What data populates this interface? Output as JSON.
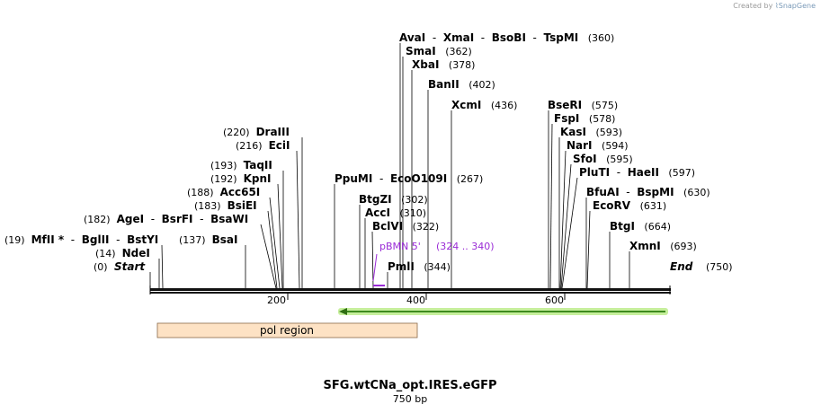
{
  "watermark": {
    "prefix": "Created by",
    "brand": "SnapGene"
  },
  "map": {
    "title": "SFG.wtCNa_opt.IRES.eGFP",
    "length_label": "750 bp",
    "start_label": "Start",
    "start_pos": "(0)",
    "end_label": "End",
    "end_pos": "(750)",
    "ticks": [
      "200",
      "400",
      "600"
    ]
  },
  "sites": [
    {
      "line": 0,
      "label": [
        "AvaI",
        "XmaI",
        "BsoBI",
        "TspMI"
      ],
      "pos": "(360)"
    },
    {
      "line": 1,
      "label": [
        "SmaI"
      ],
      "pos": "(362)"
    },
    {
      "line": 2,
      "label": [
        "XbaI"
      ],
      "pos": "(378)"
    },
    {
      "line": 3,
      "label": [
        "BanII"
      ],
      "pos": "(402)"
    },
    {
      "line": 4,
      "label": [
        "XcmI"
      ],
      "pos": "(436)"
    },
    {
      "line": 5,
      "label": [
        "BseRI"
      ],
      "pos": "(575)"
    },
    {
      "line": 6,
      "label": [
        "FspI"
      ],
      "pos": "(578)"
    },
    {
      "line": 7,
      "label": [
        "KasI"
      ],
      "pos": "(593)"
    },
    {
      "line": 8,
      "label": [
        "NarI"
      ],
      "pos": "(594)"
    },
    {
      "line": 9,
      "label": [
        "SfoI"
      ],
      "pos": "(595)"
    },
    {
      "line": 10,
      "label": [
        "PluTI",
        "HaeII"
      ],
      "pos": "(597)"
    },
    {
      "line": 11,
      "label": [
        "BfuAI",
        "BspMI"
      ],
      "pos": "(630)"
    },
    {
      "line": 12,
      "label": [
        "EcoRV"
      ],
      "pos": "(631)"
    },
    {
      "line": 13,
      "label": [
        "BtgI"
      ],
      "pos": "(664)"
    },
    {
      "line": 14,
      "label": [
        "XmnI"
      ],
      "pos": "(693)"
    },
    {
      "line": 15,
      "label": [
        "DraIII"
      ],
      "pos": "(220)"
    },
    {
      "line": 16,
      "label": [
        "EciI"
      ],
      "pos": "(216)"
    },
    {
      "line": 17,
      "label": [
        "TaqII"
      ],
      "pos": "(193)"
    },
    {
      "line": 18,
      "label": [
        "KpnI"
      ],
      "pos": "(192)"
    },
    {
      "line": 19,
      "label": [
        "Acc65I"
      ],
      "pos": "(188)"
    },
    {
      "line": 20,
      "label": [
        "BsiEI"
      ],
      "pos": "(183)"
    },
    {
      "line": 21,
      "label": [
        "AgeI",
        "BsrFI",
        "BsaWI"
      ],
      "pos": "(182)"
    },
    {
      "line": 22,
      "label": [
        "MfII *",
        "BglII",
        "BstYI"
      ],
      "pos": "(19)"
    },
    {
      "line": 23,
      "label": [
        "BsaI"
      ],
      "pos": "(137)"
    },
    {
      "line": 24,
      "label": [
        "NdeI"
      ],
      "pos": "(14)"
    },
    {
      "line": 25,
      "label": [
        "PpuMI",
        "EcoO109I"
      ],
      "pos": "(267)"
    },
    {
      "line": 26,
      "label": [
        "BtgZI"
      ],
      "pos": "(302)"
    },
    {
      "line": 27,
      "label": [
        "AccI"
      ],
      "pos": "(310)"
    },
    {
      "line": 28,
      "label": [
        "BclVI"
      ],
      "pos": "(322)"
    },
    {
      "line": 29,
      "label": [
        "PmlI"
      ],
      "pos": "(344)"
    }
  ],
  "primer": {
    "name": "pBMN 5'",
    "range": "(324 .. 340)",
    "color": "#9a2bd6"
  },
  "feature": {
    "name": "pol region",
    "fill": "#fde2c4"
  },
  "orf": {
    "direction": "reverse",
    "color": "#3d8a1e",
    "glow": "#c6ef9c"
  }
}
